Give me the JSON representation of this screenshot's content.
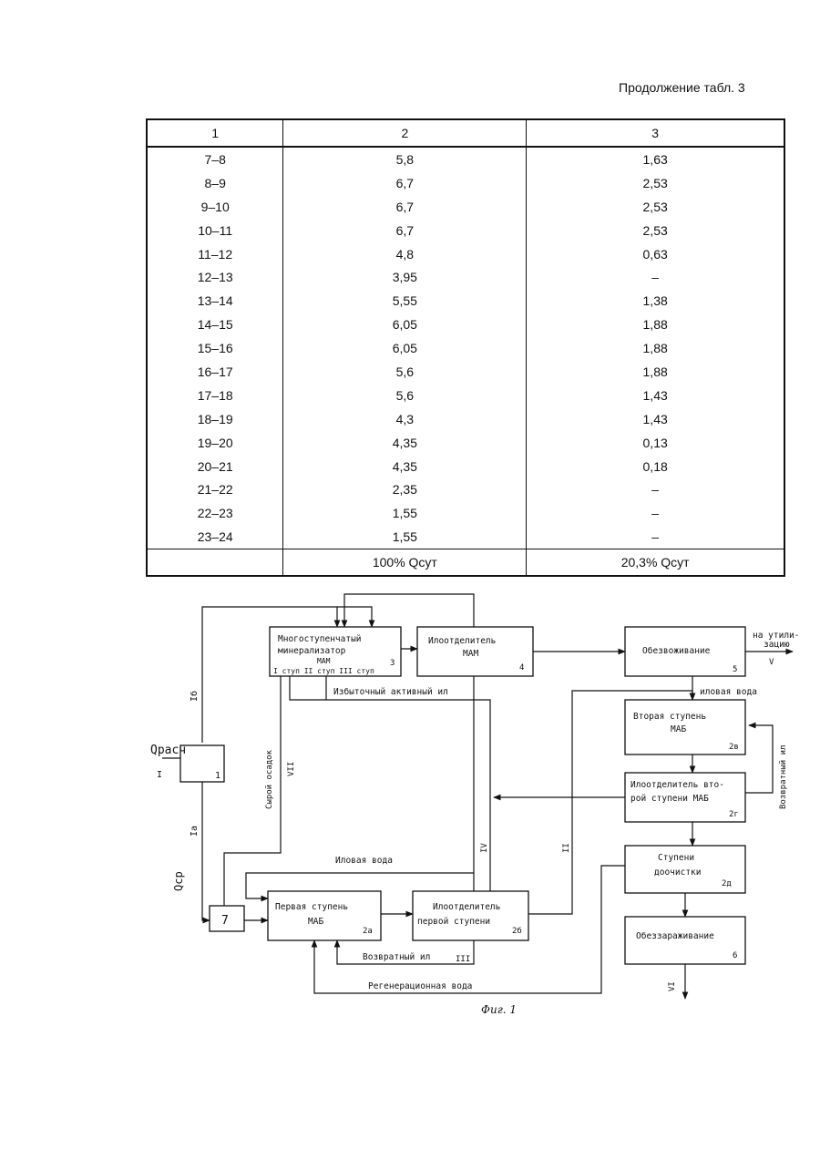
{
  "caption": "Продолжение табл. 3",
  "table": {
    "headers": [
      "1",
      "2",
      "3"
    ],
    "rows": [
      [
        "7–8",
        "5,8",
        "1,63"
      ],
      [
        "8–9",
        "6,7",
        "2,53"
      ],
      [
        "9–10",
        "6,7",
        "2,53"
      ],
      [
        "10–11",
        "6,7",
        "2,53"
      ],
      [
        "11–12",
        "4,8",
        "0,63"
      ],
      [
        "12–13",
        "3,95",
        "–"
      ],
      [
        "13–14",
        "5,55",
        "1,38"
      ],
      [
        "14–15",
        "6,05",
        "1,88"
      ],
      [
        "15–16",
        "6,05",
        "1,88"
      ],
      [
        "16–17",
        "5,6",
        "1,88"
      ],
      [
        "17–18",
        "5,6",
        "1,43"
      ],
      [
        "18–19",
        "4,3",
        "1,43"
      ],
      [
        "19–20",
        "4,35",
        "0,13"
      ],
      [
        "20–21",
        "4,35",
        "0,18"
      ],
      [
        "21–22",
        "2,35",
        "–"
      ],
      [
        "22–23",
        "1,55",
        "–"
      ],
      [
        "23–24",
        "1,55",
        "–"
      ]
    ],
    "totals": [
      "",
      "100% Qсут",
      "20,3% Qсут"
    ]
  },
  "diagram": {
    "b1_num": "1",
    "b7_num": "7",
    "b3_line1": "Многоступенчатый",
    "b3_line2": "минерализатор",
    "b3_sub1": "МАМ",
    "b3_stages": "I ступ  II ступ  III ступ",
    "b3_num": "3",
    "b4_line1": "Илоотделитель",
    "b4_line2": "МАМ",
    "b4_num": "4",
    "b5_line1": "Обезвоживание",
    "b5_num": "5",
    "b2v_line1": "Вторая ступень",
    "b2v_line2": "МАБ",
    "b2v_num": "2в",
    "b2g_line1": "Илоотделитель вто-",
    "b2g_line2": "рой ступени МАБ",
    "b2g_num": "2г",
    "b2d_line1": "Ступени",
    "b2d_line2": "доочистки",
    "b2d_num": "2д",
    "b6_line1": "Обеззараживание",
    "b6_num": "6",
    "b2a_line1": "Первая ступень",
    "b2a_line2": "МАБ",
    "b2a_num": "2а",
    "b2b_line1": "Илоотделитель",
    "b2b_line2": "первой ступени",
    "b2b_num": "2б",
    "lbl_q_rasch": "Qрасч",
    "lbl_q_ser": "Qср",
    "lbl_I": "I",
    "lbl_Ib": "Iб",
    "lbl_Ia": "Iа",
    "lbl_util1": "на утили-",
    "lbl_util2": "зацию",
    "lbl_V": "V",
    "lbl_izbyt": "Избыточный активный ил",
    "lbl_ilovaya1": "иловая вода",
    "lbl_vozvrat_right": "Возвратный ил",
    "lbl_syroy": "Сырой осадок",
    "lbl_VII": "VII",
    "lbl_ilovaya2": "Иловая вода",
    "lbl_IV": "IV",
    "lbl_II": "II",
    "lbl_vozvrat_bottom": "Возвратный ил",
    "lbl_III": "III",
    "lbl_regen": "Регенерационная вода",
    "lbl_VI": "VI",
    "fig_caption": "Фиг. 1"
  }
}
